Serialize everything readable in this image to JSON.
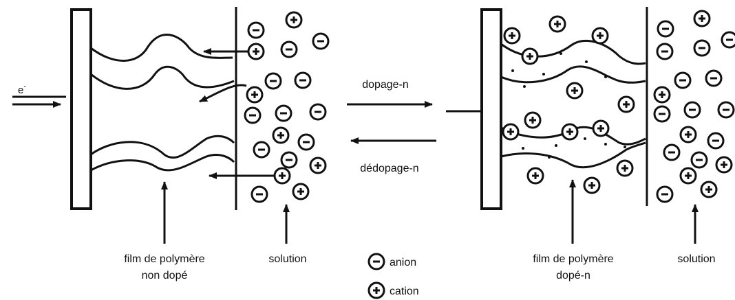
{
  "electron_label": "e",
  "electron_superscript": "-",
  "forward_label": "dopage-n",
  "reverse_label": "dédopage-n",
  "left_panel": {
    "film_label_line1": "film de polymère",
    "film_label_line2": "non dopé",
    "solution_label": "solution"
  },
  "right_panel": {
    "film_label_line1": "film de polymère",
    "film_label_line2": "dopé-n",
    "solution_label": "solution"
  },
  "legend": {
    "anion": "anion",
    "cation": "cation"
  },
  "ion_symbols": {
    "anion": "−",
    "cation": "+"
  }
}
